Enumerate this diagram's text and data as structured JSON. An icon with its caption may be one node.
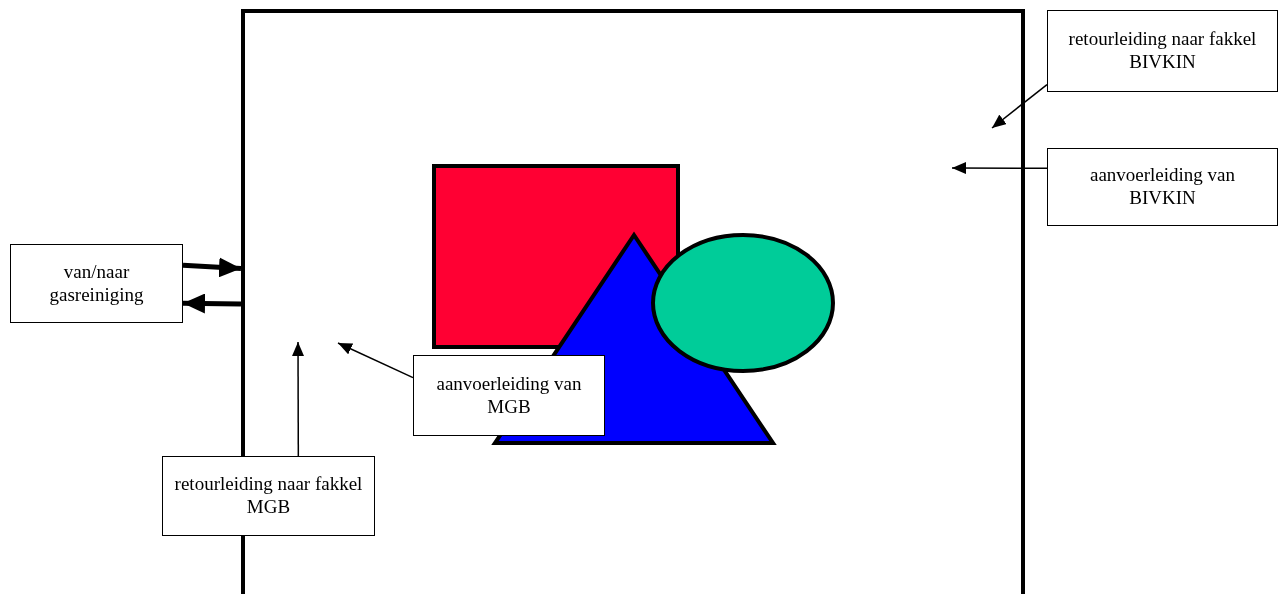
{
  "diagram": {
    "nodes": [
      {
        "text": [],
        "shape": "box"
      },
      {
        "text": [
          "retourleiding naar fakkel BIVKIN"
        ]
      },
      {
        "text": [
          "aanvoerleiding van BIVKIN"
        ]
      },
      {
        "text": [],
        "shape": "box",
        "in": 0
      },
      {
        "text": [],
        "shape": "triangle",
        "in": 0
      },
      {
        "text": [],
        "shape": "ellipse",
        "in": 0
      },
      {
        "text": [
          "van/naar gasreiniging"
        ]
      },
      {
        "text": [
          "aanvoerleiding van MGB"
        ],
        "in": 0
      },
      {
        "text": [
          "retourleiding naar fakkel MGB"
        ]
      }
    ],
    "edges": [
      {
        "from": 1,
        "to": null,
        "arrow": "to"
      },
      {
        "from": 2,
        "to": null,
        "arrow": "to"
      },
      {
        "from": 6,
        "to": 0,
        "arrow": "to",
        "style": "thick"
      },
      {
        "from": 0,
        "to": 6,
        "arrow": "to",
        "style": "thick"
      },
      {
        "from": 7,
        "to": null,
        "arrow": "to"
      },
      {
        "from": 8,
        "to": null,
        "arrow": "to"
      }
    ]
  }
}
